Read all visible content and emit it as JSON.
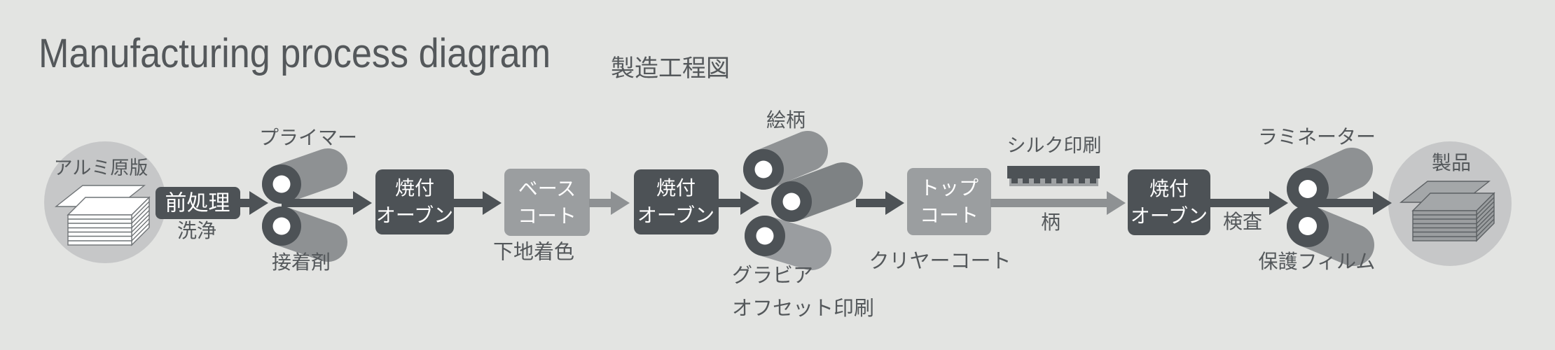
{
  "title": "Manufacturing process diagram",
  "subtitle": "製造工程図",
  "colors": {
    "background": "#e3e4e2",
    "dark": "#4d5256",
    "box_gray": "#9b9ea0",
    "circle_gray": "#c6c7c8",
    "roller_body_gray": "#8e9193",
    "arrow_gray": "#8e9193",
    "label_text": "#54585b",
    "box_text": "#ffffff"
  },
  "steps": {
    "source": {
      "label": "アルミ原版"
    },
    "pretreatment": {
      "label": "前処理",
      "sublabel": "洗浄"
    },
    "primer_rollers": {
      "top_label": "プライマー",
      "bottom_label": "接着剤"
    },
    "oven1": {
      "label": "焼付\nオーブン"
    },
    "base_coat": {
      "label": "ベース\nコート",
      "sublabel": "下地着色"
    },
    "oven2": {
      "label": "焼付\nオーブン"
    },
    "gravure_rollers": {
      "top_label": "絵柄",
      "bottom_label": "グラビア\nオフセット印刷"
    },
    "top_coat": {
      "label": "トップ\nコート",
      "sublabel": "クリヤーコート"
    },
    "silk_print": {
      "label": "シルク印刷",
      "sublabel": "柄"
    },
    "oven3": {
      "label": "焼付\nオーブン",
      "sublabel": "検査"
    },
    "laminator_rollers": {
      "top_label": "ラミネーター",
      "bottom_label": "保護フィルム"
    },
    "product": {
      "label": "製品"
    }
  }
}
